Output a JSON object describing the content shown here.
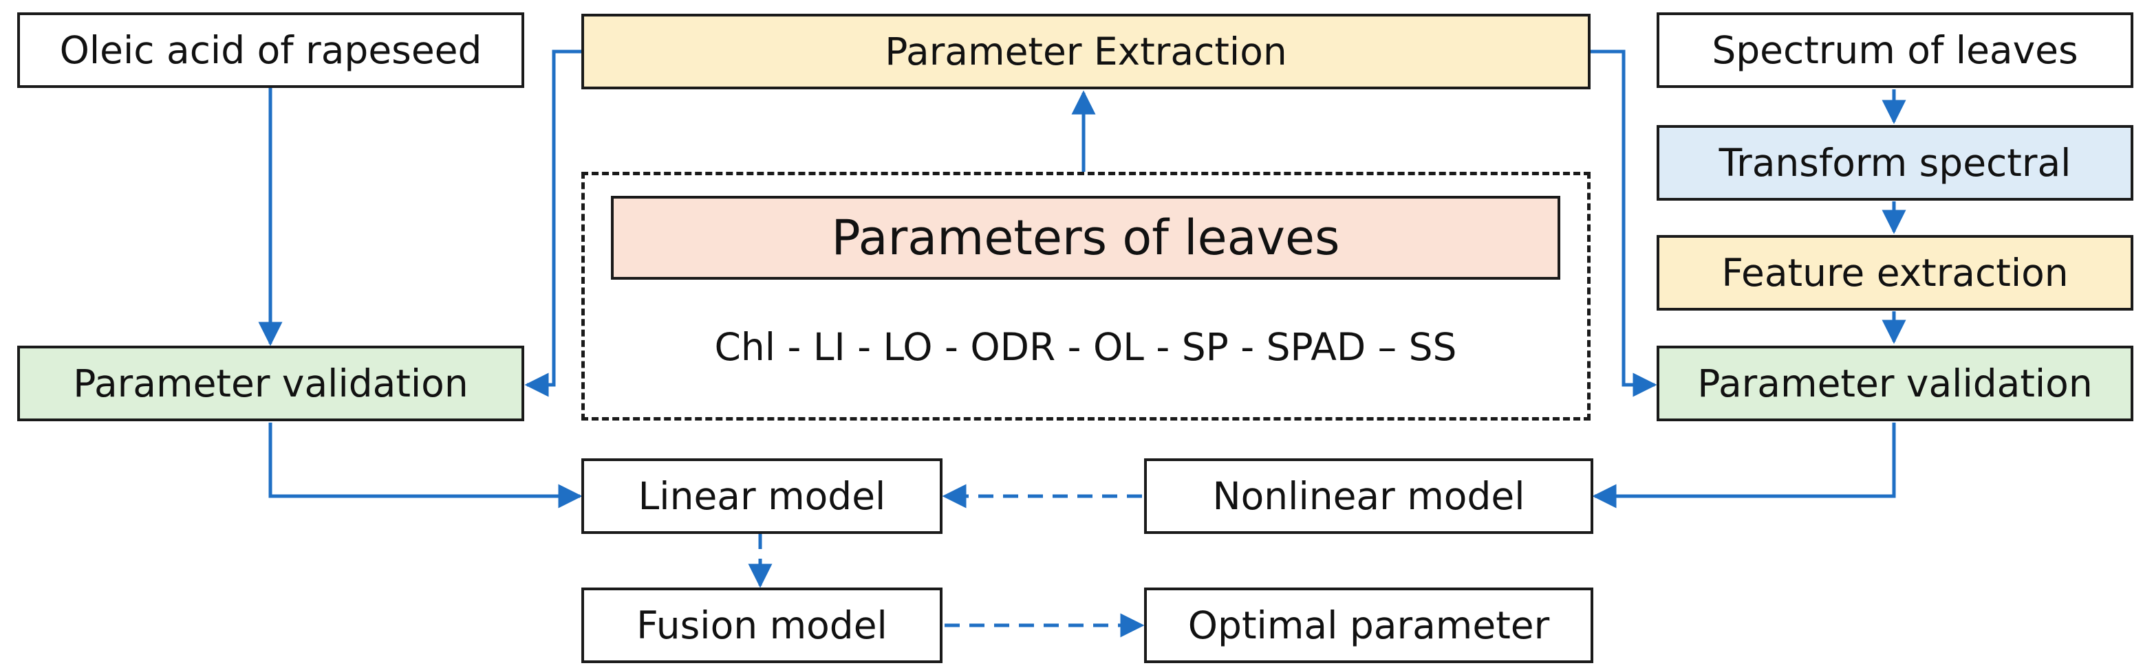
{
  "boxes": {
    "oleic_acid": "Oleic acid of rapeseed",
    "parameter_extraction": "Parameter Extraction",
    "spectrum_of_leaves": "Spectrum of leaves",
    "transform_spectral": "Transform spectral",
    "feature_extraction": "Feature extraction",
    "parameter_validation_left": "Parameter validation",
    "parameter_validation_right": "Parameter validation",
    "parameters_of_leaves": "Parameters of leaves",
    "linear_model": "Linear model",
    "nonlinear_model": "Nonlinear model",
    "fusion_model": "Fusion model",
    "optimal_parameter": "Optimal parameter"
  },
  "parameter_list": "Chl - LI - LO - ODR - OL - SP - SPAD – SS",
  "colors": {
    "arrow": "#1f6fc4",
    "border": "#1a1a1a",
    "yellow": "#fdefc9",
    "green": "#ddf0d9",
    "blue": "#ddebf7",
    "peach": "#fbe2d6"
  }
}
